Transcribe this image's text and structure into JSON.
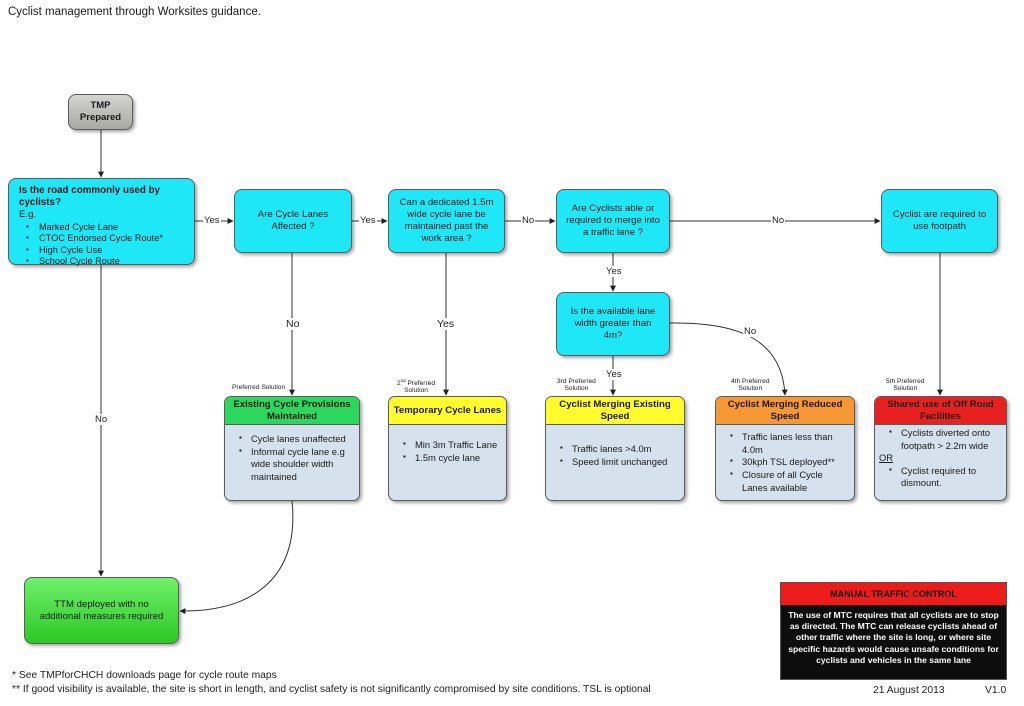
{
  "title": "Cyclist management through Worksites guidance.",
  "nodes": {
    "tmp": "TMP Prepared",
    "q_road": "Is the road commonly used by cyclists?",
    "q_road_eg": "E.g.",
    "q_road_items": [
      "Marked Cycle Lane",
      "CTOC Endorsed Cycle Route*",
      "High Cycle Use",
      "School Cycle Route"
    ],
    "q_lanes_affected": "Are Cycle Lanes Affected ?",
    "q_dedicated": "Can a dedicated 1.5m wide cycle lane be maintained past the work area ?",
    "q_merge": "Are Cyclists able or required to merge into a traffic lane ?",
    "footpath": "Cyclist are required to use footpath",
    "q_width": "Is the available lane width greater than 4m?",
    "ttm": "TTM deployed with no additional measures required"
  },
  "edge_labels": {
    "yes": "Yes",
    "no": "No"
  },
  "solutions": [
    {
      "pref": "Preferred Solution",
      "title": "Existing Cycle Provisions Maintained",
      "items": [
        "Cycle lanes unaffected",
        "Informal cycle lane e.g wide shoulder width maintained"
      ],
      "color": "#2bd75d"
    },
    {
      "pref_num": "2",
      "pref_sup": "nd",
      "pref_a": "Preferred",
      "pref_b": "Solution",
      "title": "Temporary Cycle Lanes",
      "items": [
        "Min 3m Traffic Lane",
        "1.5m cycle lane"
      ],
      "color": "#fffb2d"
    },
    {
      "pref_a": "3rd Preferred",
      "pref_b": "Solution",
      "title": "Cyclist Merging Existing Speed",
      "items": [
        "Traffic lanes >4.0m",
        "Speed limit unchanged"
      ],
      "color": "#fffb2d"
    },
    {
      "pref_a": "4th Preferred",
      "pref_b": "Solution",
      "title": "Cyclist Merging Reduced Speed",
      "items": [
        "Traffic lanes less than 4.0m",
        "30kph TSL deployed**",
        "Closure of all Cycle Lanes available"
      ],
      "color": "#f59733"
    },
    {
      "pref_a": "5th Preferred",
      "pref_b": "Solution",
      "title": "Shared use of Off Road Facilities",
      "items_a": [
        "Cyclists diverted onto footpath > 2.2m wide"
      ],
      "or": "OR",
      "items_b": [
        "Cyclist required to dismount."
      ],
      "color": "#e8201f"
    }
  ],
  "mtc": {
    "title": "MANUAL TRAFFIC CONTROL",
    "body": "The use of MTC requires that all cyclists are to stop as directed.  The MTC can release cyclists ahead of other traffic where the site is long, or where site specific hazards would cause unsafe conditions for cyclists and vehicles in the same lane"
  },
  "footnotes": [
    "* See TMPforCHCH downloads page for cycle route maps",
    "** If good visibility is available, the site is short in length, and cyclist safety is not significantly compromised by site conditions. TSL is optional"
  ],
  "date": "21 August 2013",
  "version": "V1.0"
}
